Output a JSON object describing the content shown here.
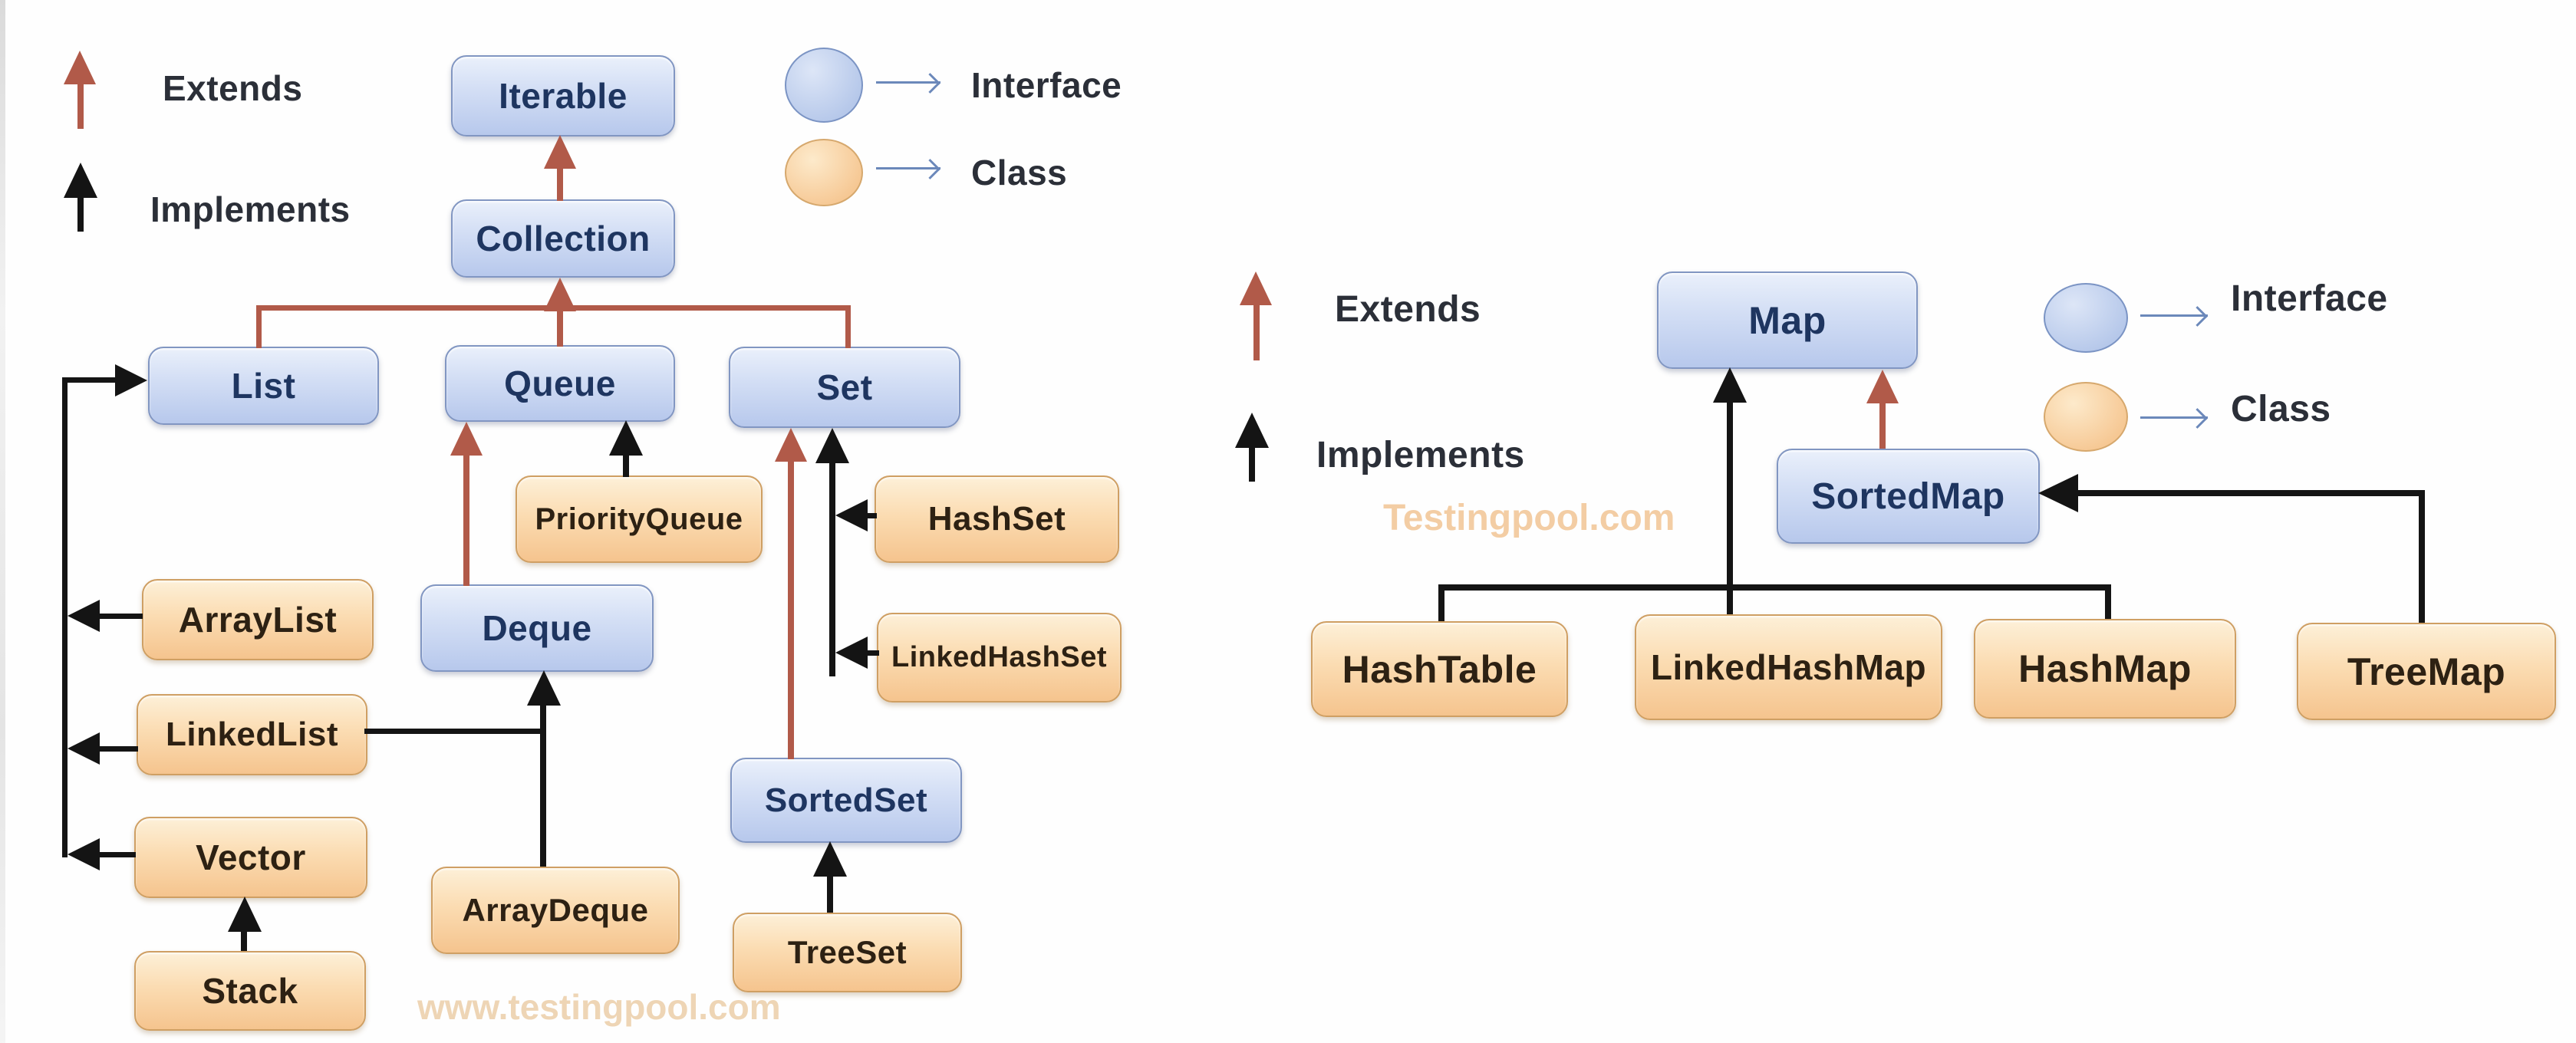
{
  "colors": {
    "extends_arrow": "#b15a49",
    "implements_arrow": "#141414",
    "interface_box_fill": "#c7d5f0",
    "interface_box_border": "#8196c2",
    "class_box_fill": "#f8d3a2",
    "class_box_border": "#cf9f63",
    "interface_text": "#1e3560",
    "class_text": "#2d2113",
    "legend_thin_arrow": "#6b88ba",
    "watermark_text": "#eccfa9"
  },
  "left_diagram": {
    "legend": {
      "extends_label": "Extends",
      "implements_label": "Implements",
      "interface_label": "Interface",
      "class_label": "Class"
    },
    "watermark": "www.testingpool.com",
    "nodes": {
      "iterable": "Iterable",
      "collection": "Collection",
      "list": "List",
      "queue": "Queue",
      "set": "Set",
      "priorityqueue": "PriorityQueue",
      "hashset": "HashSet",
      "deque": "Deque",
      "arraylist": "ArrayList",
      "linkedhashset": "LinkedHashSet",
      "linkedlist": "LinkedList",
      "sortedset": "SortedSet",
      "vector": "Vector",
      "arraydeque": "ArrayDeque",
      "treeset": "TreeSet",
      "stack": "Stack"
    }
  },
  "right_diagram": {
    "legend": {
      "extends_label": "Extends",
      "implements_label": "Implements",
      "interface_label": "Interface",
      "class_label": "Class"
    },
    "watermark": "Testingpool.com",
    "nodes": {
      "map": "Map",
      "sortedmap": "SortedMap",
      "hashtable": "HashTable",
      "linkedhashmap": "LinkedHashMap",
      "hashmap": "HashMap",
      "treemap": "TreeMap"
    }
  }
}
